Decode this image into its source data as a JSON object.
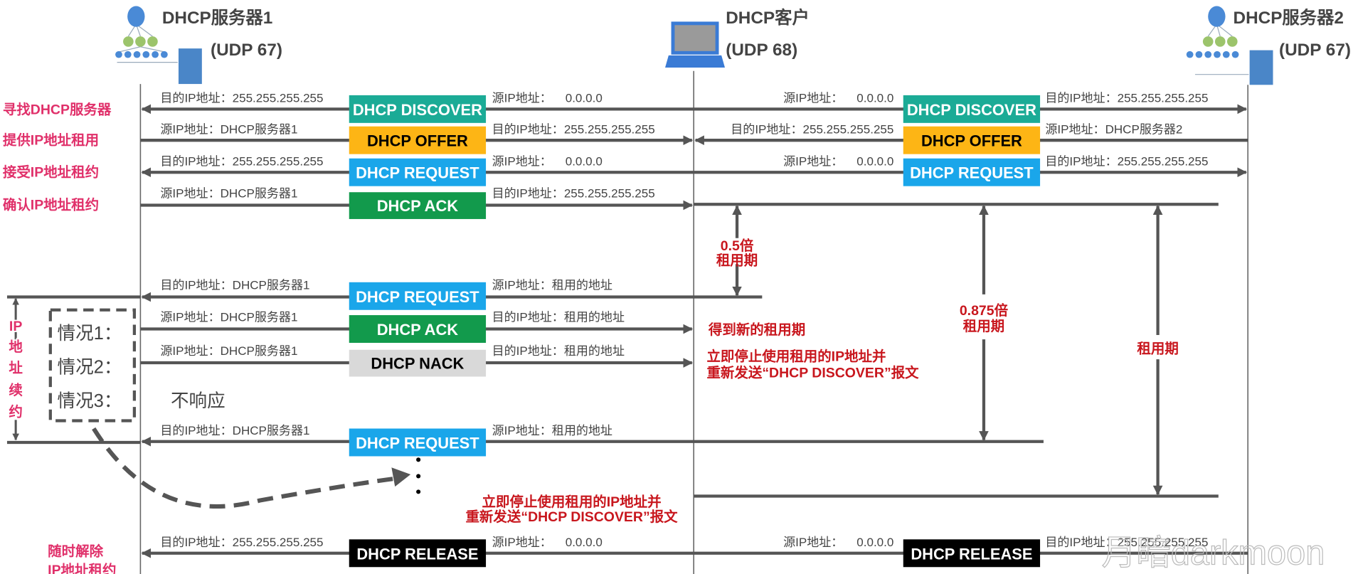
{
  "header": {
    "server1": {
      "name": "DHCP服务器1",
      "port": "(UDP 67)"
    },
    "client": {
      "name": "DHCP客户",
      "port": "(UDP 68)"
    },
    "server2": {
      "name": "DHCP服务器2",
      "port": "(UDP 67)"
    }
  },
  "phases": [
    "寻找DHCP服务器",
    "提供IP地址租用",
    "接受IP地址租约",
    "确认IP地址租约"
  ],
  "colors": {
    "discover": "#1bab96",
    "offer": "#fdb515",
    "request": "#1aa6ea",
    "ack": "#129a4c",
    "nack": "#d9d9d9",
    "release": "#000000",
    "accent_red": "#c8161d",
    "phase_pink": "#e0306a"
  },
  "messages": {
    "discover": {
      "type": "DHCP DISCOVER",
      "l_left": "目的IP地址：255.255.255.255",
      "l_right": "源IP地址：    0.0.0.0",
      "r_left": "源IP地址：    0.0.0.0",
      "r_right": "目的IP地址：255.255.255.255"
    },
    "offer": {
      "type": "DHCP OFFER",
      "l_left": "源IP地址：DHCP服务器1",
      "l_right": "目的IP地址：255.255.255.255",
      "r_left": "目的IP地址：255.255.255.255",
      "r_right": "源IP地址：DHCP服务器2"
    },
    "request": {
      "type": "DHCP REQUEST",
      "l_left": "目的IP地址：255.255.255.255",
      "l_right": "源IP地址：    0.0.0.0",
      "r_left": "源IP地址：    0.0.0.0",
      "r_right": "目的IP地址：255.255.255.255"
    },
    "ack": {
      "type": "DHCP ACK",
      "l_left": "源IP地址：DHCP服务器1",
      "l_right": "目的IP地址：255.255.255.255"
    }
  },
  "renewal": {
    "side_label": [
      "IP",
      "地",
      "址",
      "续",
      "约"
    ],
    "half_lease": [
      "0.5倍",
      "租用期"
    ],
    "seven_eighths_lease": [
      "0.875倍",
      "租用期"
    ],
    "full_lease": "租用期",
    "request": {
      "type": "DHCP REQUEST",
      "l_left": "目的IP地址：DHCP服务器1",
      "l_right": "源IP地址：租用的地址"
    },
    "ack": {
      "type": "DHCP ACK",
      "l_left": "源IP地址：DHCP服务器1",
      "l_right": "目的IP地址：租用的地址",
      "note": "得到新的租用期"
    },
    "nack": {
      "type": "DHCP NACK",
      "l_left": "源IP地址：DHCP服务器1",
      "l_right": "目的IP地址：租用的地址",
      "note": [
        "立即停止使用租用的IP地址并",
        "重新发送“DHCP DISCOVER”报文"
      ]
    },
    "cases": [
      "情况1：",
      "情况2：",
      "情况3："
    ],
    "no_response": "不响应",
    "request2": {
      "type": "DHCP REQUEST",
      "l_left": "目的IP地址：DHCP服务器1",
      "l_right": "源IP地址：租用的地址"
    },
    "expire_note": [
      "立即停止使用租用的IP地址并",
      "重新发送“DHCP DISCOVER”报文"
    ]
  },
  "release": {
    "phase": [
      "随时解除",
      "IP地址租约"
    ],
    "type": "DHCP RELEASE",
    "l_left": "目的IP地址：255.255.255.255",
    "l_right": "源IP地址：    0.0.0.0",
    "r_left": "源IP地址：    0.0.0.0",
    "r_right": "目的IP地址：255.255.255.255"
  },
  "watermark": "月暗darkmoon"
}
